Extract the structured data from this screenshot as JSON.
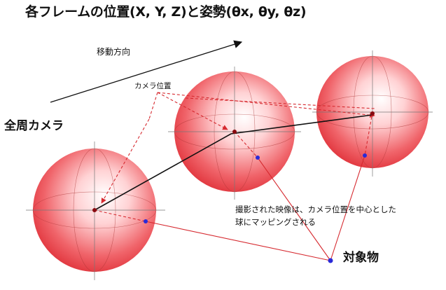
{
  "title": "各フレームの位置(X, Y, Z)と姿勢(θx, θy, θz)",
  "move_direction": "移動方向",
  "camera_position": "カメラ位置",
  "omni_camera": "全周カメラ",
  "note_line1": "撮影された映像は、カメラ位置を中心とした",
  "note_line2": "球にマッピングされる",
  "target": "対象物",
  "colors": {
    "sphere": "#e8323c",
    "dashed": "#d62a30",
    "path": "#111111",
    "target_dot": "#2a2ad8"
  }
}
